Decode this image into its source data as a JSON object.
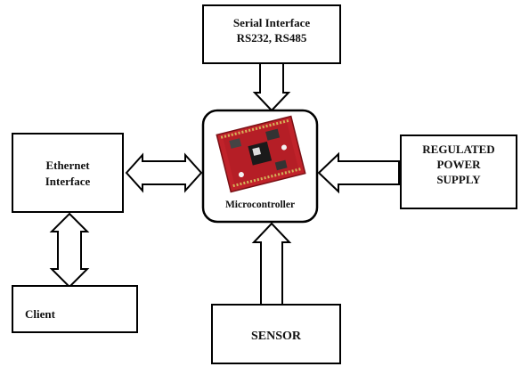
{
  "blocks": {
    "serial": {
      "line1": "Serial Interface",
      "line2": "RS232, RS485"
    },
    "ethernet": {
      "line1": "Ethernet",
      "line2": "Interface"
    },
    "client": {
      "label": "Client"
    },
    "power": {
      "line1": "REGULATED",
      "line2": "POWER",
      "line3": "SUPPLY"
    },
    "sensor": {
      "label": "SENSOR"
    },
    "micro": {
      "label": "Microcontroller"
    }
  },
  "colors": {
    "board": "#c0222a",
    "board_dark": "#7a1015",
    "chip": "#1a1a1a",
    "pins": "#d4b35a"
  }
}
